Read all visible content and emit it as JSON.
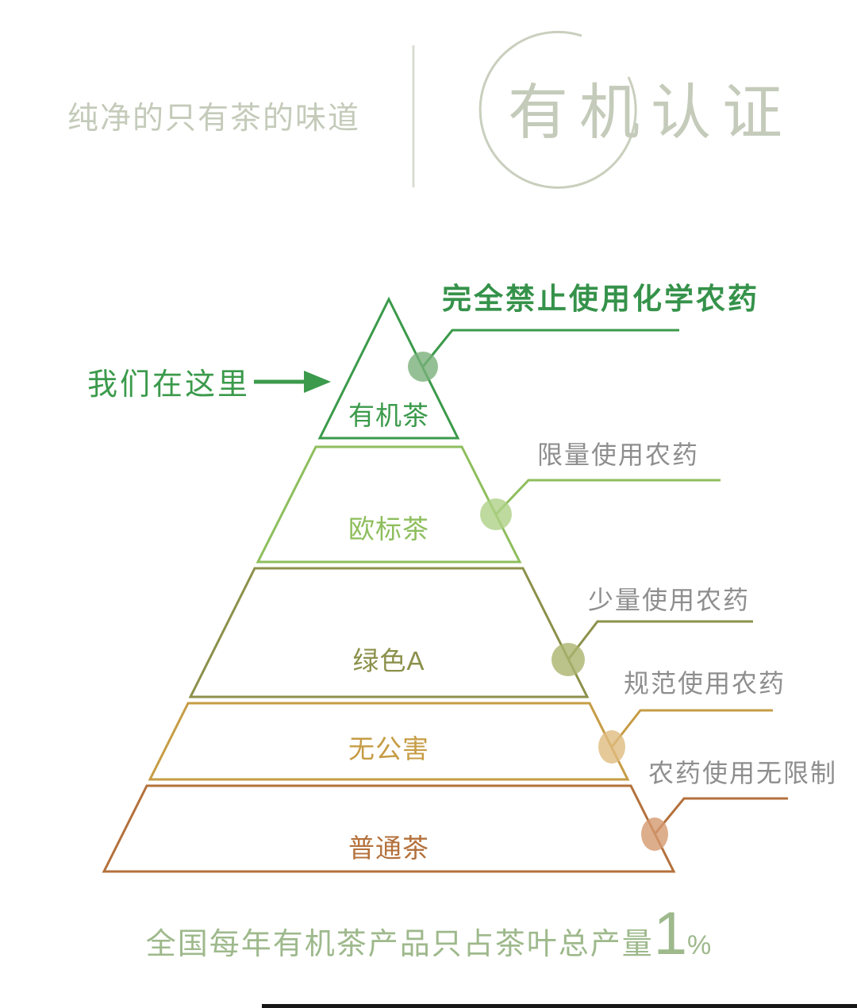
{
  "header": {
    "tagline": "纯净的只有茶的味道",
    "title": "有机认证",
    "color": "#c4cbba",
    "circle_color": "#c9cfbd",
    "divider_color": "#d9dcd3"
  },
  "we_are_here": {
    "label": "我们在这里",
    "color": "#3b9a4b"
  },
  "pyramid": {
    "tiers": [
      {
        "label": "有机茶",
        "annotation": "完全禁止使用化学农药",
        "color": "#3b9a4b",
        "dot_color": "#7bb07a",
        "annotation_color": "#35924a"
      },
      {
        "label": "欧标茶",
        "annotation": "限量使用农药",
        "color": "#8ebe5d",
        "dot_color": "#aed186",
        "annotation_color": "#8e8e8e"
      },
      {
        "label": "绿色A",
        "annotation": "少量使用农药",
        "color": "#8c914b",
        "dot_color": "#aab46e",
        "annotation_color": "#8e8e8e"
      },
      {
        "label": "无公害",
        "annotation": "规范使用农药",
        "color": "#c69c45",
        "dot_color": "#dfbc7f",
        "annotation_color": "#8e8e8e"
      },
      {
        "label": "普通茶",
        "annotation": "农药使用无限制",
        "color": "#b4713c",
        "dot_color": "#d49a6f",
        "annotation_color": "#8e8e8e"
      }
    ]
  },
  "footer": {
    "caption_prefix": "全国每年有机茶产品只占茶叶总产量",
    "caption_value": "1",
    "caption_unit": "%",
    "color": "#9eb98c"
  }
}
